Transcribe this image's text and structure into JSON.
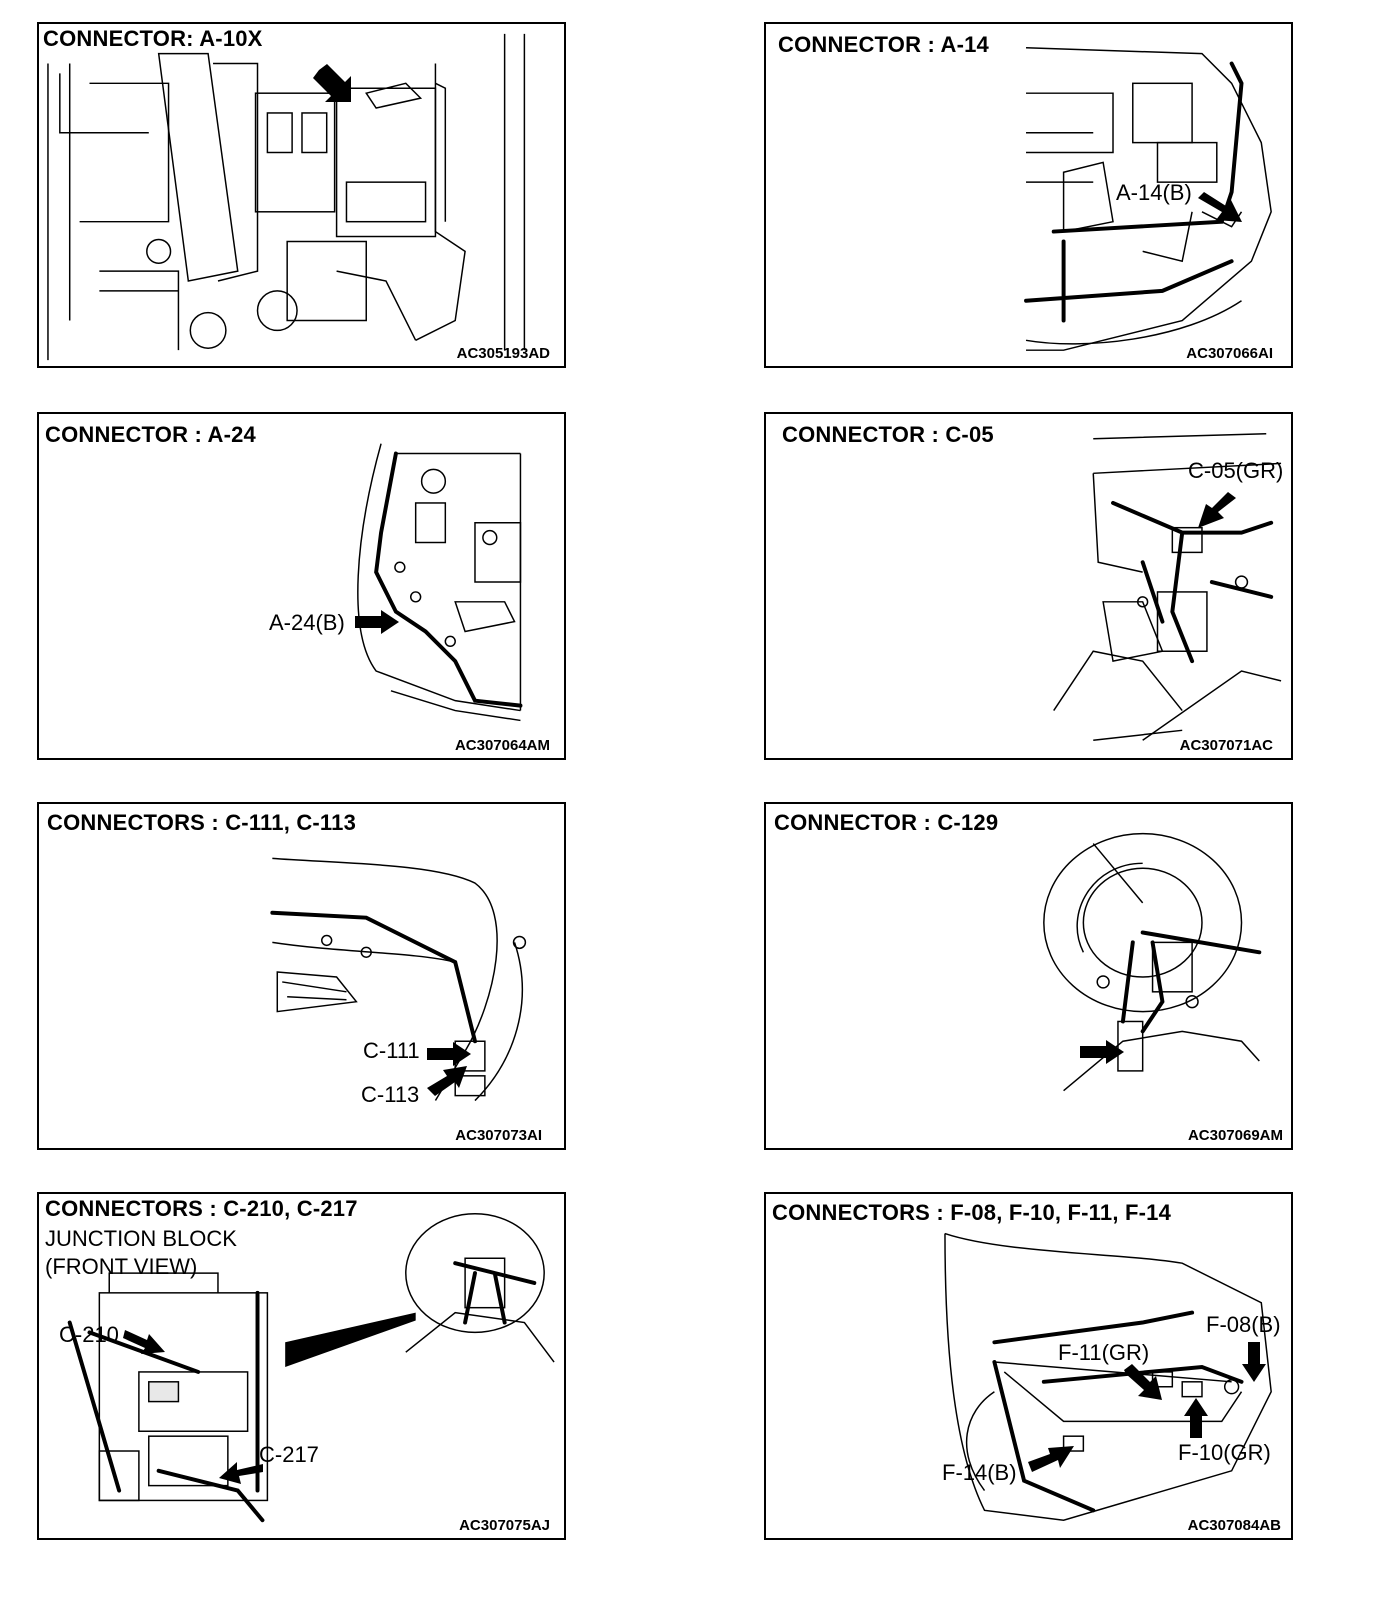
{
  "panels": [
    {
      "title": "CONNECTOR: A-10X",
      "code": "AC305193AD",
      "callouts": []
    },
    {
      "title": "CONNECTOR : A-14",
      "code": "AC307066AI",
      "callouts": [
        "A-14(B)"
      ]
    },
    {
      "title": "CONNECTOR : A-24",
      "code": "AC307064AM",
      "callouts": [
        "A-24(B)"
      ]
    },
    {
      "title": "CONNECTOR : C-05",
      "code": "AC307071AC",
      "callouts": [
        "C-05(GR)"
      ]
    },
    {
      "title": "CONNECTORS : C-111, C-113",
      "code": "AC307073AI",
      "callouts": [
        "C-111",
        "C-113"
      ]
    },
    {
      "title": "CONNECTOR : C-129",
      "code": "AC307069AM",
      "callouts": []
    },
    {
      "title": "CONNECTORS : C-210, C-217",
      "subtitle": [
        "JUNCTION BLOCK",
        "(FRONT VIEW)"
      ],
      "code": "AC307075AJ",
      "callouts": [
        "C-210",
        "C-217"
      ]
    },
    {
      "title": "CONNECTORS : F-08, F-10, F-11, F-14",
      "code": "AC307084AB",
      "callouts": [
        "F-08(B)",
        "F-11(GR)",
        "F-10(GR)",
        "F-14(B)"
      ]
    }
  ],
  "icons": {
    "arrow": "black-pointer-arrow"
  }
}
